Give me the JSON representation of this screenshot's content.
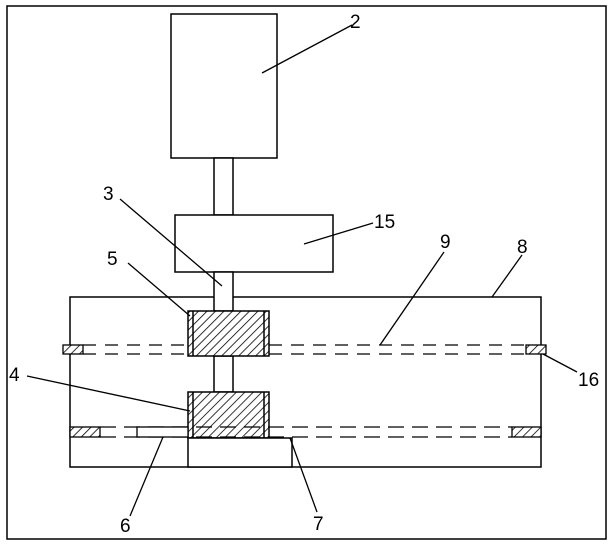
{
  "figure": {
    "labels": {
      "motor": "2",
      "shaft": "3",
      "lower_block": "4",
      "upper_block": "5",
      "base_pad": "6",
      "platform": "7",
      "housing": "8",
      "rail": "9",
      "gearbox": "15",
      "side_insert": "16"
    }
  }
}
